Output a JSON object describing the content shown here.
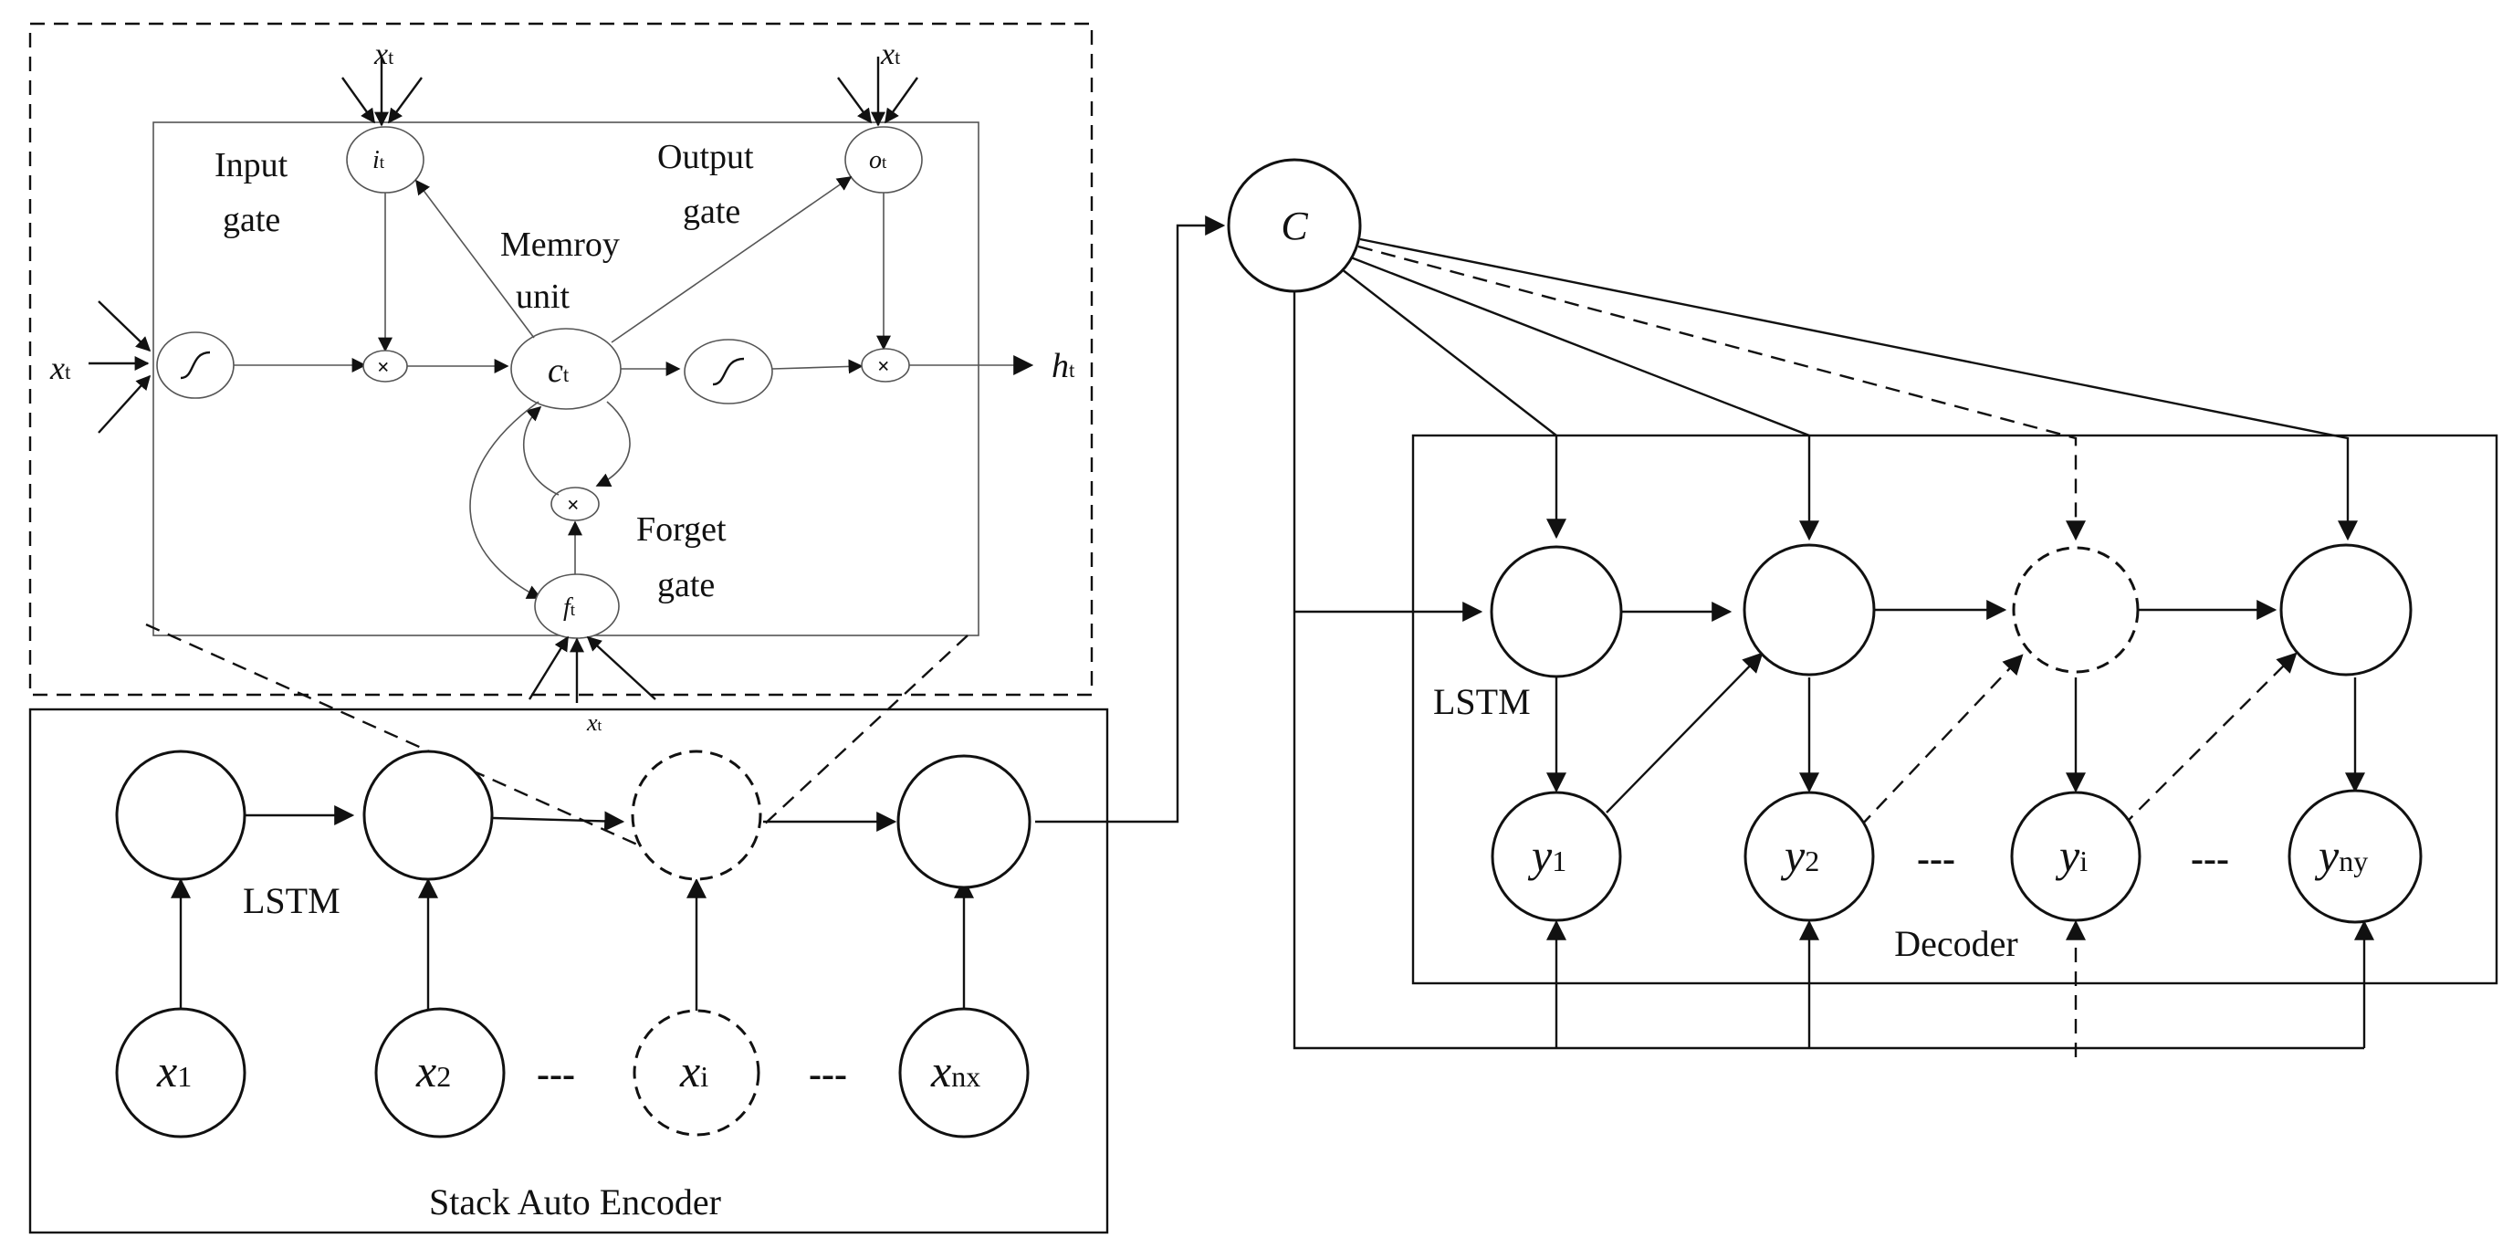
{
  "lstm_cell": {
    "input_gate_line1": "Input",
    "input_gate_line2": "gate",
    "output_gate_line1": "Output",
    "output_gate_line2": "gate",
    "memory_unit_line1": "Memroy",
    "memory_unit_line2": "unit",
    "forget_gate_line1": "Forget",
    "forget_gate_line2": "gate",
    "x_main": "x",
    "t_sub": "t",
    "i_main": "i",
    "o_main": "o",
    "c_main": "c",
    "f_main": "f",
    "h_main": "h",
    "multiply_symbol": "×"
  },
  "encoder": {
    "title": "Stack Auto Encoder",
    "lstm_label": "LSTM",
    "ellipsis": "---",
    "inputs": [
      {
        "main": "x",
        "sub": "1"
      },
      {
        "main": "x",
        "sub": "2"
      },
      {
        "main": "x",
        "sub": "i"
      },
      {
        "main": "x",
        "sub": "nx"
      }
    ]
  },
  "context": {
    "label": "C"
  },
  "decoder": {
    "title": "Decoder",
    "lstm_label": "LSTM",
    "ellipsis": "---",
    "outputs": [
      {
        "main": "y",
        "sub": "1"
      },
      {
        "main": "y",
        "sub": "2"
      },
      {
        "main": "y",
        "sub": "i"
      },
      {
        "main": "y",
        "sub": "ny"
      }
    ]
  }
}
